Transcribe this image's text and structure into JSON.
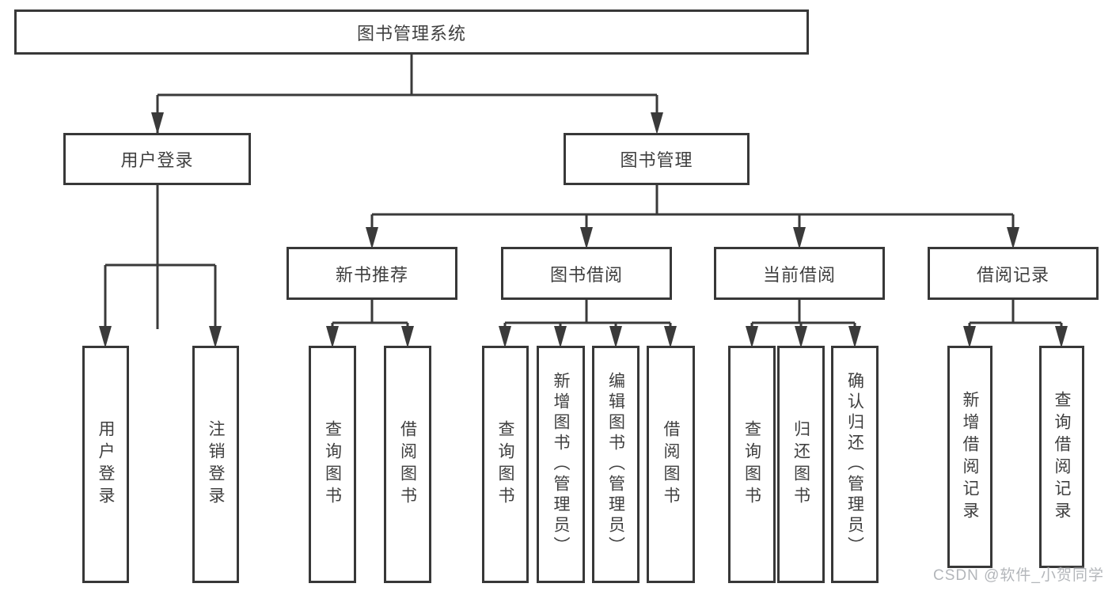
{
  "colors": {
    "line": "#3a3a3a",
    "box_border": "#383838",
    "text": "#3f3f3f",
    "background": "#ffffff",
    "watermark": "#b3b6ba"
  },
  "watermark": {
    "text": "CSDN @软件_小贺同学"
  },
  "tree": {
    "label": "图书管理系统",
    "children": [
      {
        "label": "用户登录",
        "children": [
          {
            "label": "用户登录"
          },
          {
            "label": "注销登录"
          }
        ]
      },
      {
        "label": "图书管理",
        "children": [
          {
            "label": "新书推荐",
            "children": [
              {
                "label": "查询图书"
              },
              {
                "label": "借阅图书"
              }
            ]
          },
          {
            "label": "图书借阅",
            "children": [
              {
                "label": "查询图书"
              },
              {
                "label": "新增图书（管理员）"
              },
              {
                "label": "编辑图书（管理员）"
              },
              {
                "label": "借阅图书"
              }
            ]
          },
          {
            "label": "当前借阅",
            "children": [
              {
                "label": "查询图书"
              },
              {
                "label": "归还图书"
              },
              {
                "label": "确认归还（管理员）"
              }
            ]
          },
          {
            "label": "借阅记录",
            "children": [
              {
                "label": "新增借阅记录"
              },
              {
                "label": "查询借阅记录"
              }
            ]
          }
        ]
      }
    ]
  }
}
